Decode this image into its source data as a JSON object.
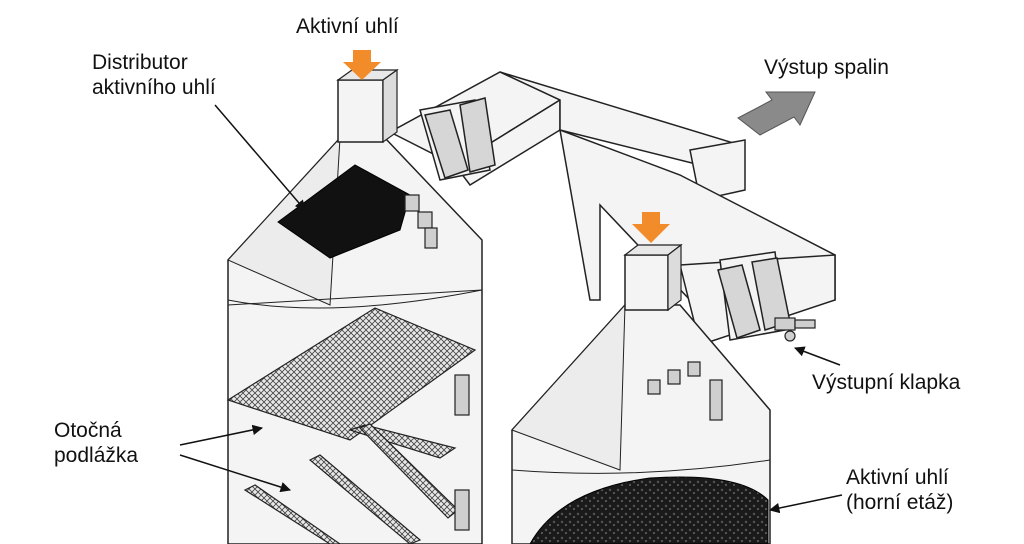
{
  "labels": {
    "activated_carbon_top": "Aktivní uhlí",
    "distributor_line1": "Distributor",
    "distributor_line2": "aktivního uhlí",
    "flue_gas_outlet": "Výstup spalin",
    "outlet_valve": "Výstupní klapka",
    "rotating_grate_line1": "Otočná",
    "rotating_grate_line2": "podlážka",
    "activated_carbon_upper_line1": "Aktivní uhlí",
    "activated_carbon_upper_line2": "(horní etáž)"
  },
  "colors": {
    "input_arrow": "#f28b2a",
    "outlet_arrow": "#8a8a8a",
    "outline": "#222222",
    "fill": "#f4f4f4",
    "coal": "#1a1a1a"
  }
}
